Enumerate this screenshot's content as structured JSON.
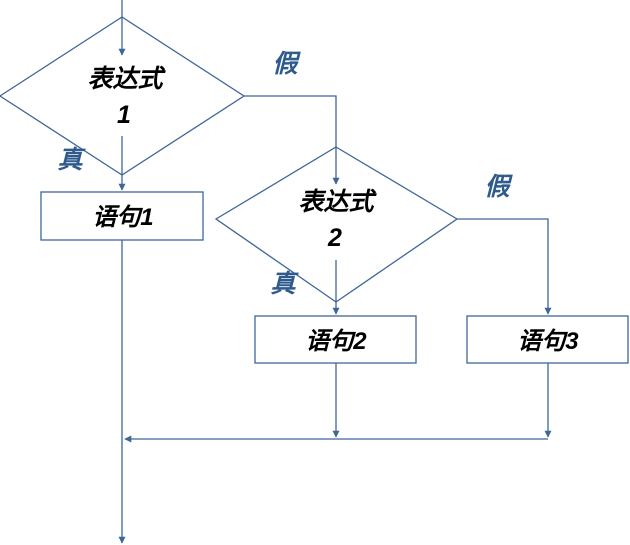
{
  "colors": {
    "line": "#3d6699",
    "label": "#2f5a8c",
    "text": "#000000"
  },
  "decision1": {
    "line1": "表达式",
    "line2": "1"
  },
  "decision2": {
    "line1": "表达式",
    "line2": "2"
  },
  "statement1": {
    "label": "语句1"
  },
  "statement2": {
    "label": "语句2"
  },
  "statement3": {
    "label": "语句3"
  },
  "branches": {
    "true1": "真",
    "false1": "假",
    "true2": "真",
    "false2": "假"
  }
}
